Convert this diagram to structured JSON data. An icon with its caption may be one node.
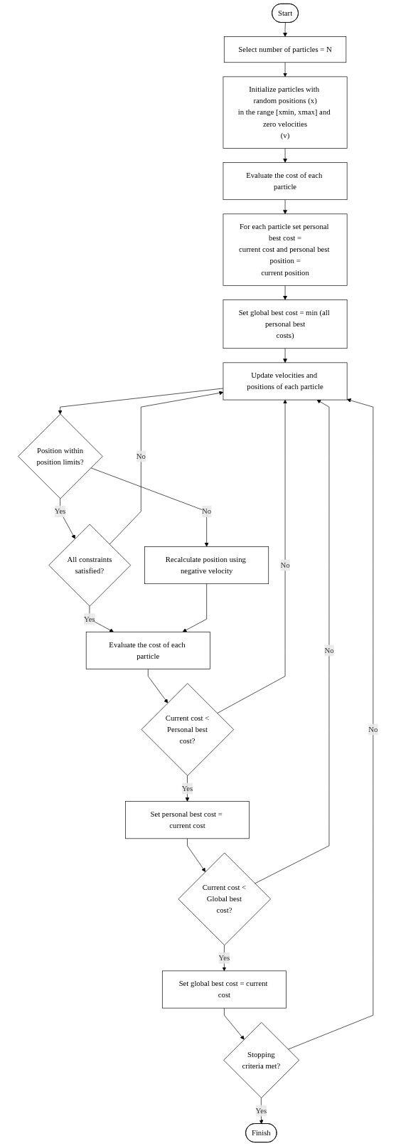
{
  "diagram": {
    "nodes": [
      {
        "text": [
          "Start"
        ]
      },
      {
        "text": [
          "Select number of particles = N"
        ]
      },
      {
        "text": [
          "Initialize particles with random positions (x) in the range [xmin, xmax] and zero velocities (v)"
        ]
      },
      {
        "text": [
          "Evaluate the cost of each particle"
        ]
      },
      {
        "text": [
          "For each particle set personal best cost = current cost and personal best position = current position"
        ]
      },
      {
        "text": [
          "Set global best cost = min (all personal best costs)"
        ]
      },
      {
        "text": [
          "Update velocities and positions of each particle"
        ]
      },
      {
        "text": [
          "Position within position limits?"
        ]
      },
      {
        "text": [
          "Recalculate position using negative velocity"
        ]
      },
      {
        "text": [
          "All constraints satisfied?"
        ]
      },
      {
        "text": [
          "Evaluate the cost of each particle"
        ]
      },
      {
        "text": [
          "Current cost < Personal best cost?"
        ]
      },
      {
        "text": [
          "Set personal best cost = current cost"
        ]
      },
      {
        "text": [
          "Current cost < Global best cost?"
        ]
      },
      {
        "text": [
          "Set global best cost = current cost"
        ]
      },
      {
        "text": [
          "Stopping criteria met?"
        ]
      },
      {
        "text": [
          "Finish"
        ]
      }
    ],
    "edges": [
      {
        "from": 0,
        "to": 1,
        "arrow": "to"
      },
      {
        "from": 1,
        "to": 2,
        "arrow": "to"
      },
      {
        "from": 2,
        "to": 3,
        "arrow": "to"
      },
      {
        "from": 3,
        "to": 4,
        "arrow": "to"
      },
      {
        "from": 4,
        "to": 5,
        "arrow": "to"
      },
      {
        "from": 5,
        "to": 6,
        "arrow": "to"
      },
      {
        "from": 6,
        "to": 7,
        "arrow": "to"
      },
      {
        "from": 7,
        "to": 8,
        "arrow": "to",
        "label": "No"
      },
      {
        "from": 7,
        "to": 9,
        "arrow": "to",
        "label": "Yes"
      },
      {
        "from": 9,
        "to": 6,
        "arrow": "to",
        "label": "No"
      },
      {
        "from": 9,
        "to": 10,
        "arrow": "to",
        "label": "Yes"
      },
      {
        "from": 8,
        "to": 10,
        "arrow": "to"
      },
      {
        "from": 10,
        "to": 11,
        "arrow": "to"
      },
      {
        "from": 11,
        "to": 6,
        "arrow": "to",
        "label": "No"
      },
      {
        "from": 11,
        "to": 12,
        "arrow": "to",
        "label": "Yes"
      },
      {
        "from": 12,
        "to": 13,
        "arrow": "to"
      },
      {
        "from": 13,
        "to": 6,
        "arrow": "to",
        "label": "No"
      },
      {
        "from": 13,
        "to": 14,
        "arrow": "to",
        "label": "Yes"
      },
      {
        "from": 14,
        "to": 15,
        "arrow": "to"
      },
      {
        "from": 15,
        "to": 6,
        "arrow": "to",
        "label": "No"
      },
      {
        "from": 15,
        "to": 16,
        "arrow": "to",
        "label": "Yes"
      }
    ]
  }
}
